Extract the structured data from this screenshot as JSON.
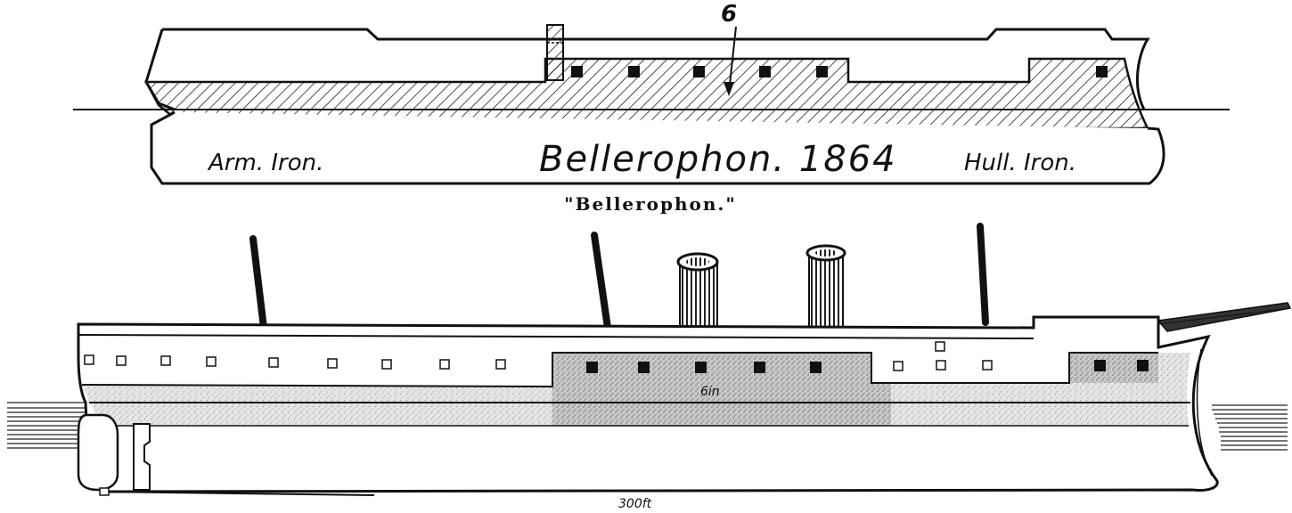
{
  "plan": {
    "left_label": "Arm. Iron.",
    "title": "Bellerophon. 1864",
    "right_label": "Hull. Iron.",
    "callout": "6"
  },
  "caption": "\"Bellerophon.\"",
  "profile": {
    "belt_mark": "6in",
    "length_label": "300ft"
  }
}
